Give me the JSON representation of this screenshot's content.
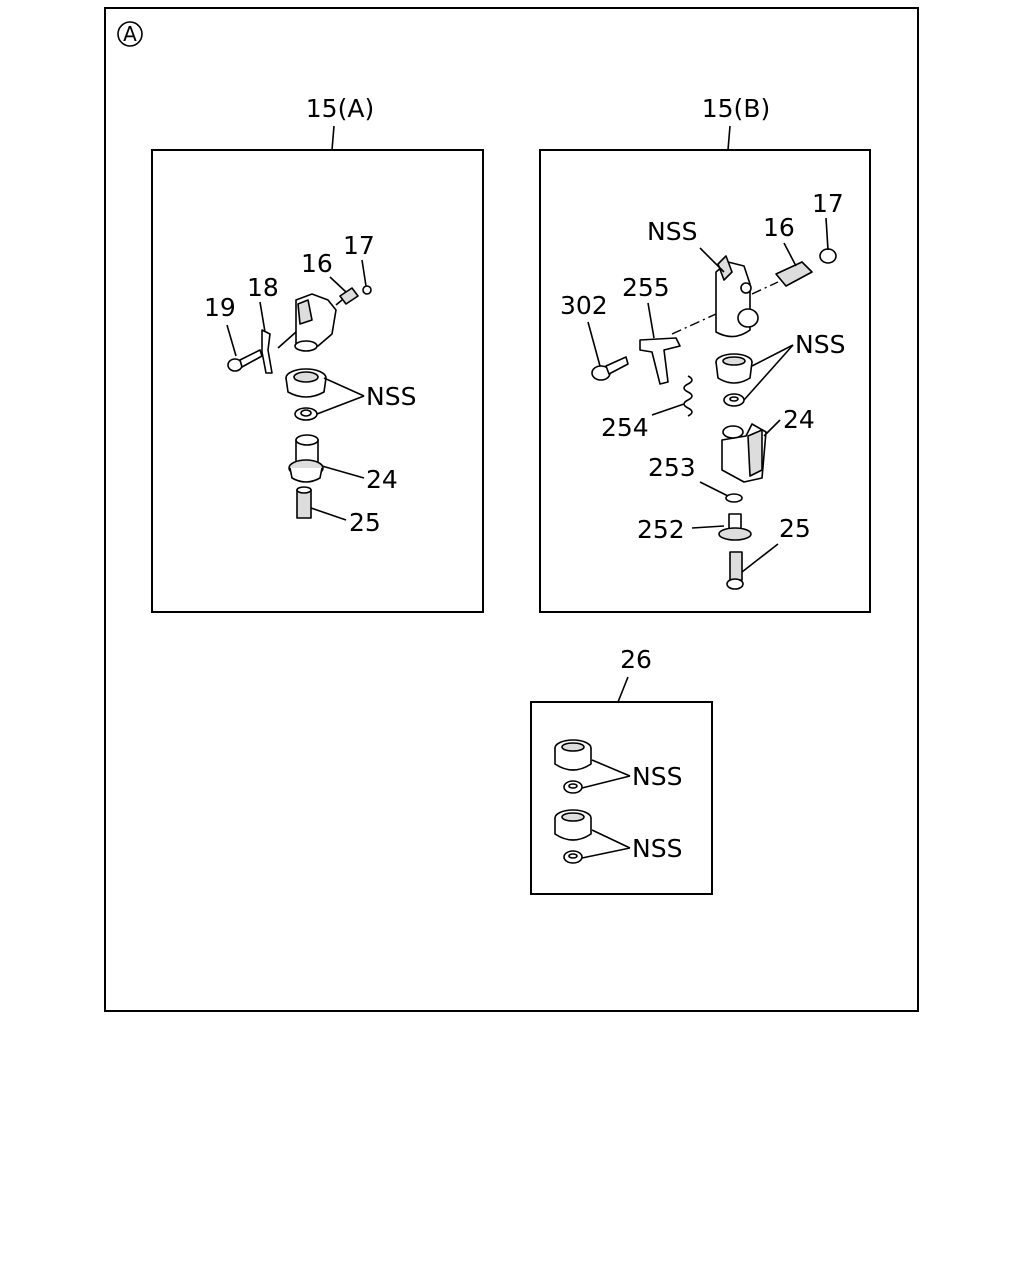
{
  "corner_marker": "A",
  "assemblies": {
    "a": {
      "title": "15(A)",
      "labels": {
        "p19": "19",
        "p18": "18",
        "p16": "16",
        "p17": "17",
        "nss": "NSS",
        "p24": "24",
        "p25": "25"
      }
    },
    "b": {
      "title": "15(B)",
      "labels": {
        "nss_top": "NSS",
        "p16": "16",
        "p17": "17",
        "p302": "302",
        "p255": "255",
        "nss": "NSS",
        "p254": "254",
        "p24": "24",
        "p253": "253",
        "p252": "252",
        "p25": "25"
      }
    },
    "kit": {
      "title": "26",
      "labels": {
        "nss_1": "NSS",
        "nss_2": "NSS"
      }
    }
  }
}
